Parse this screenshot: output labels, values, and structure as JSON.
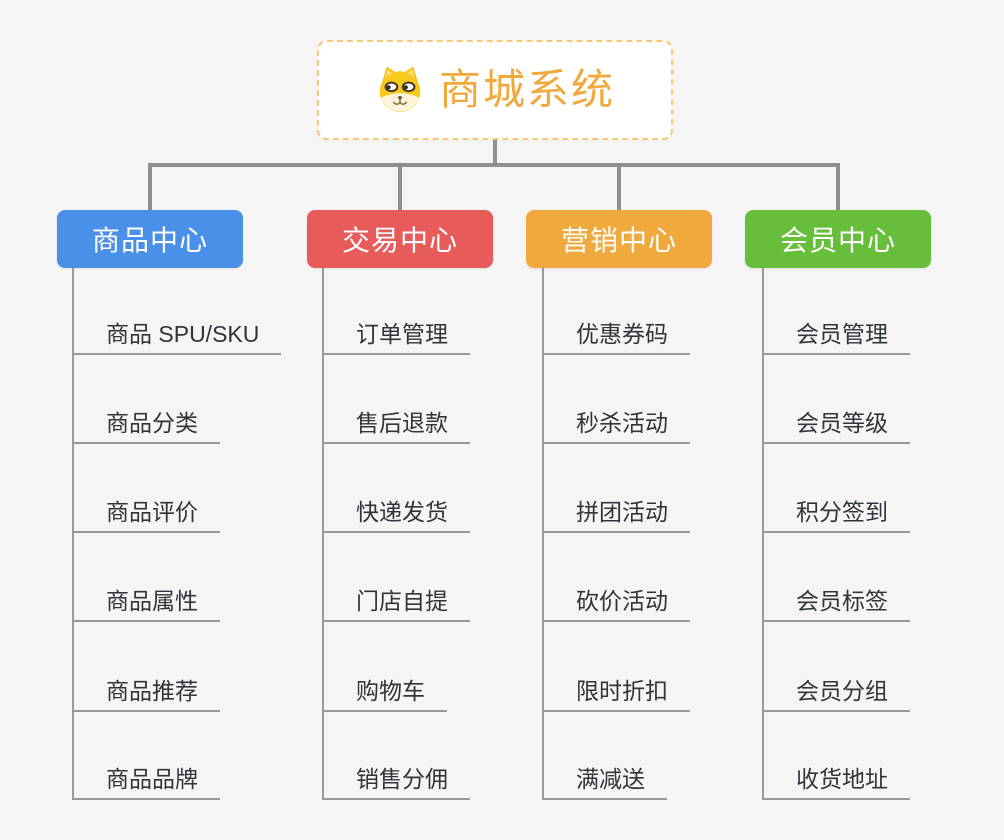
{
  "root": {
    "title": "商城系统",
    "icon": "dog-face-icon"
  },
  "colors": {
    "background": "#F5F5F5",
    "connector": "#8F8F8F",
    "root_border": "#F6C877",
    "root_text": "#EFA93C",
    "leaf_text": "#30343B",
    "leaf_line": "#999999"
  },
  "branches": [
    {
      "label": "商品中心",
      "color": "#4A90E8",
      "items": [
        "商品 SPU/SKU",
        "商品分类",
        "商品评价",
        "商品属性",
        "商品推荐",
        "商品品牌"
      ]
    },
    {
      "label": "交易中心",
      "color": "#E85B5B",
      "items": [
        "订单管理",
        "售后退款",
        "快递发货",
        "门店自提",
        "购物车",
        "销售分佣"
      ]
    },
    {
      "label": "营销中心",
      "color": "#EFA93C",
      "items": [
        "优惠券码",
        "秒杀活动",
        "拼团活动",
        "砍价活动",
        "限时折扣",
        "满减送"
      ]
    },
    {
      "label": "会员中心",
      "color": "#67BE3B",
      "items": [
        "会员管理",
        "会员等级",
        "积分签到",
        "会员标签",
        "会员分组",
        "收货地址"
      ]
    }
  ]
}
